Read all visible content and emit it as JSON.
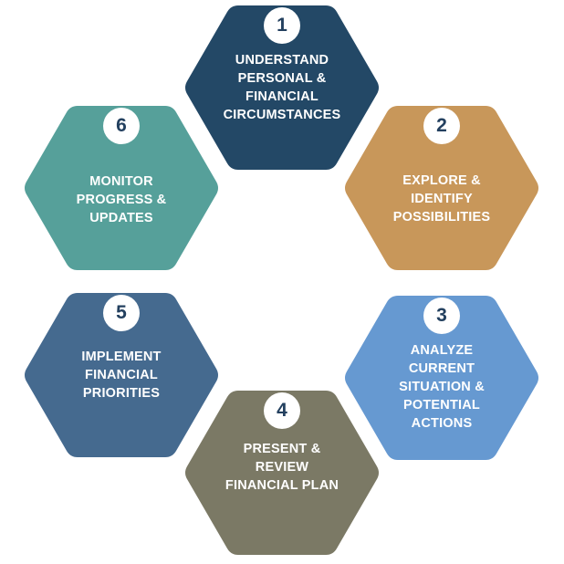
{
  "steps": [
    {
      "number": "1",
      "lines": [
        "UNDERSTAND",
        "PERSONAL &",
        "FINANCIAL",
        "CIRCUMSTANCES"
      ],
      "color": "#234866"
    },
    {
      "number": "2",
      "lines": [
        "EXPLORE &",
        "IDENTIFY",
        "POSSIBILITIES"
      ],
      "color": "#c8975a"
    },
    {
      "number": "3",
      "lines": [
        "ANALYZE",
        "CURRENT",
        "SITUATION &",
        "POTENTIAL",
        "ACTIONS"
      ],
      "color": "#6699d1"
    },
    {
      "number": "4",
      "lines": [
        "PRESENT &",
        "REVIEW",
        "FINANCIAL PLAN"
      ],
      "color": "#7b7965"
    },
    {
      "number": "5",
      "lines": [
        "IMPLEMENT",
        "FINANCIAL",
        "PRIORITIES"
      ],
      "color": "#456a8f"
    },
    {
      "number": "6",
      "lines": [
        "MONITOR",
        "PROGRESS &",
        "UPDATES"
      ],
      "color": "#56a09a"
    }
  ]
}
